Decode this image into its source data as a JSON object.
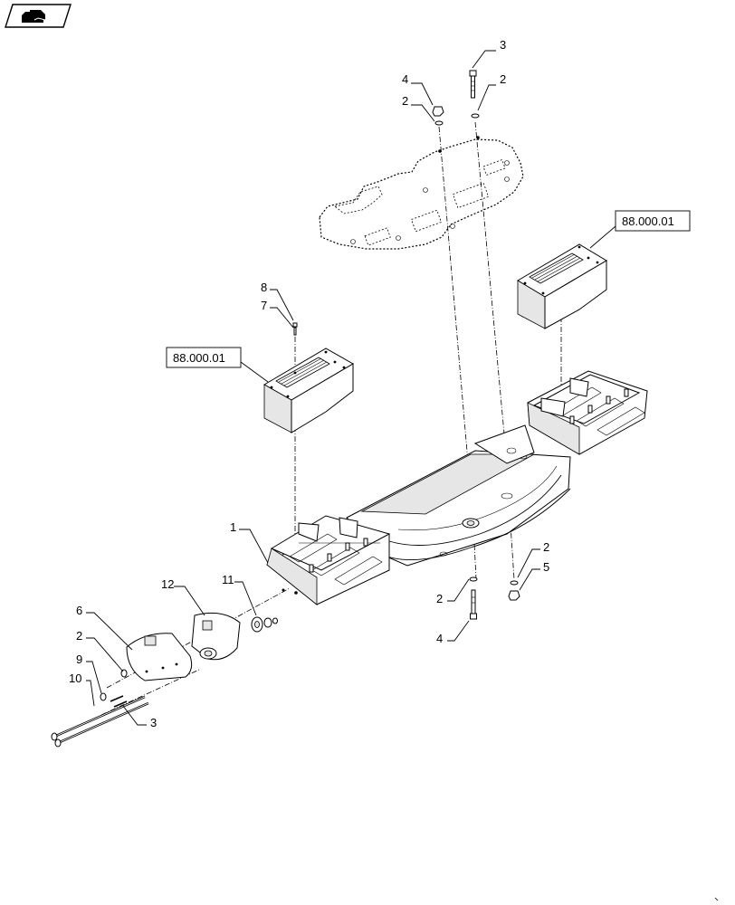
{
  "nav_icon": {
    "name": "book-page-icon"
  },
  "callouts": [
    {
      "id": "c1",
      "label": "1"
    },
    {
      "id": "c2a",
      "label": "2"
    },
    {
      "id": "c2b",
      "label": "2"
    },
    {
      "id": "c2c",
      "label": "2"
    },
    {
      "id": "c2d",
      "label": "2"
    },
    {
      "id": "c2e",
      "label": "2"
    },
    {
      "id": "c3a",
      "label": "3"
    },
    {
      "id": "c3b",
      "label": "3"
    },
    {
      "id": "c4a",
      "label": "4"
    },
    {
      "id": "c4b",
      "label": "4"
    },
    {
      "id": "c5",
      "label": "5"
    },
    {
      "id": "c6",
      "label": "6"
    },
    {
      "id": "c7",
      "label": "7"
    },
    {
      "id": "c8",
      "label": "8"
    },
    {
      "id": "c9",
      "label": "9"
    },
    {
      "id": "c10",
      "label": "10"
    },
    {
      "id": "c11",
      "label": "11"
    },
    {
      "id": "c12",
      "label": "12"
    }
  ],
  "references": [
    {
      "id": "ref_left",
      "label": "88.000.01"
    },
    {
      "id": "ref_right",
      "label": "88.000.01"
    }
  ]
}
